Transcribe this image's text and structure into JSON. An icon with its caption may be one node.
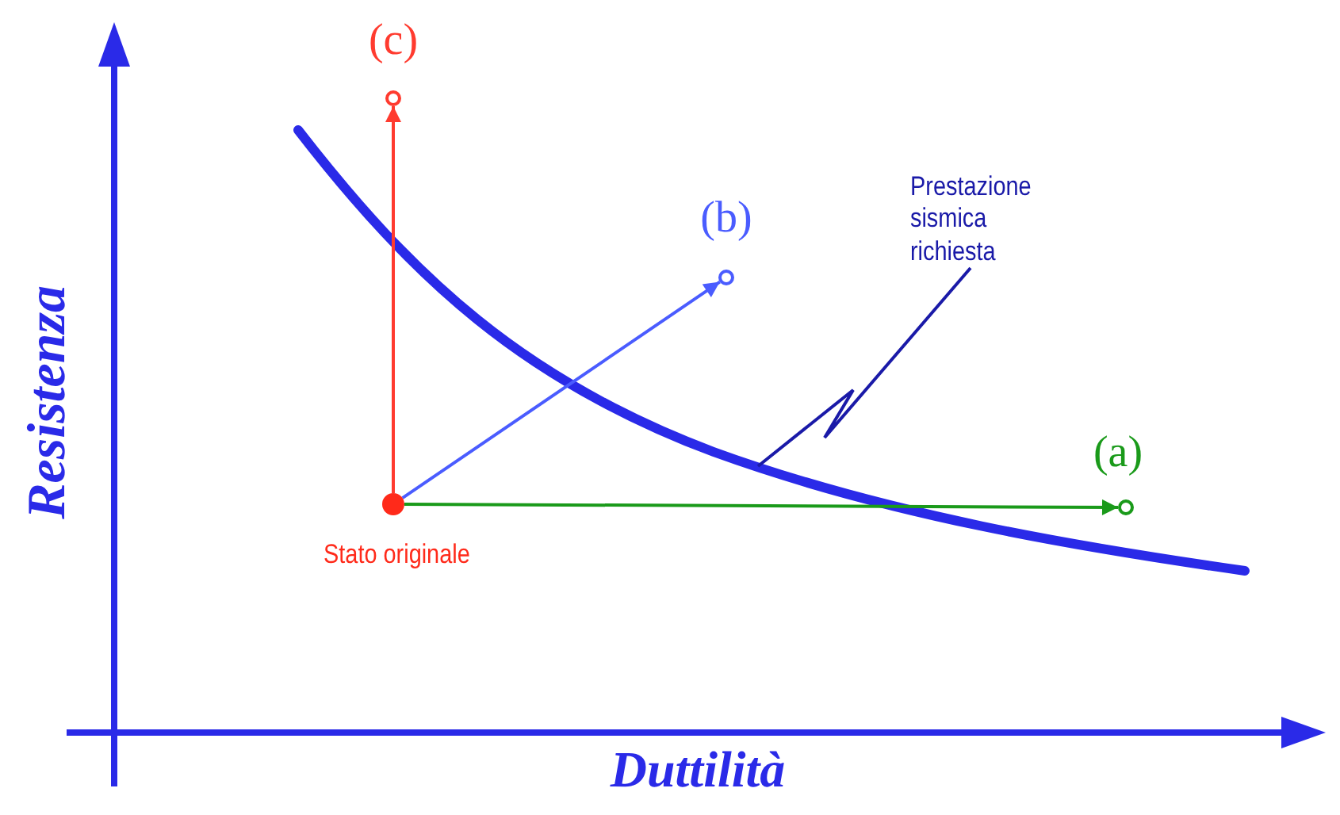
{
  "diagram": {
    "nodes": [
      {
        "text": [],
        "shape": "circle",
        "beside": [
          "Stato originale"
        ]
      },
      {
        "text": [],
        "shape": "circle",
        "beside": [
          "(c)"
        ]
      },
      {
        "text": [],
        "shape": "circle",
        "beside": [
          "(b)"
        ]
      },
      {
        "text": [],
        "shape": "circle",
        "beside": [
          "(a)"
        ]
      },
      {
        "text": [
          "Prestazione sismica richiesta"
        ]
      }
    ],
    "edges": [
      {
        "from": 0,
        "to": 1,
        "arrow": "to",
        "color": "#ff3b2f"
      },
      {
        "from": 0,
        "to": 2,
        "arrow": "to",
        "color": "#4a5cff"
      },
      {
        "from": 0,
        "to": 3,
        "arrow": "to",
        "color": "#1a9a1a"
      },
      {
        "from": 4,
        "to": null,
        "arrow": "none",
        "color": "#1a1aa8"
      }
    ],
    "labels": [
      "Resistenza",
      "Duttilità"
    ]
  }
}
